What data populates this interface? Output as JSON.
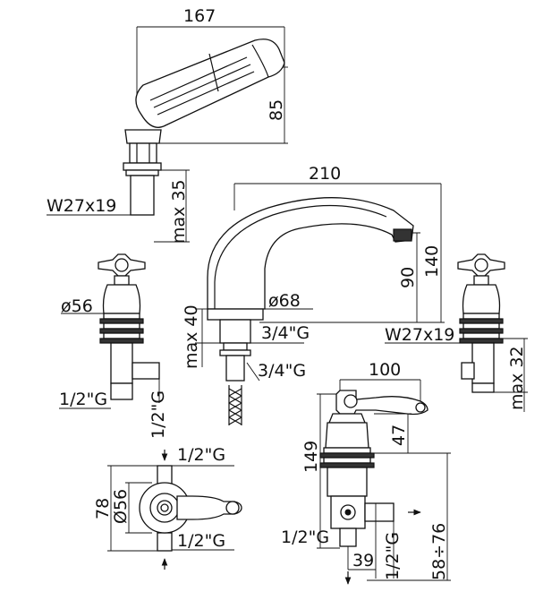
{
  "labels": {
    "handshower_width": "167",
    "handshower_height": "85",
    "handshower_thread": "W27x19",
    "handshower_max": "max 35",
    "spout_width": "210",
    "spout_height_140": "140",
    "spout_height_90": "90",
    "spout_diam": "ø68",
    "spout_max": "max 40",
    "spout_thread_1": "3/4\"G",
    "spout_thread_2": "3/4\"G",
    "valve_left_diam": "ø56",
    "valve_left_g1": "1/2\"G",
    "valve_left_g2": "1/2\"G",
    "valve_right_thread": "W27x19",
    "valve_right_max": "max 32",
    "top_view_g_top": "1/2\"G",
    "top_view_g_bottom": "1/2\"G",
    "top_view_78": "78",
    "top_view_diam": "Ø56",
    "diverter_width": "100",
    "diverter_149": "149",
    "diverter_47": "47",
    "diverter_g1": "1/2\"G",
    "diverter_39": "39",
    "diverter_g2": "1/2\"G",
    "diverter_range": "58÷76"
  }
}
